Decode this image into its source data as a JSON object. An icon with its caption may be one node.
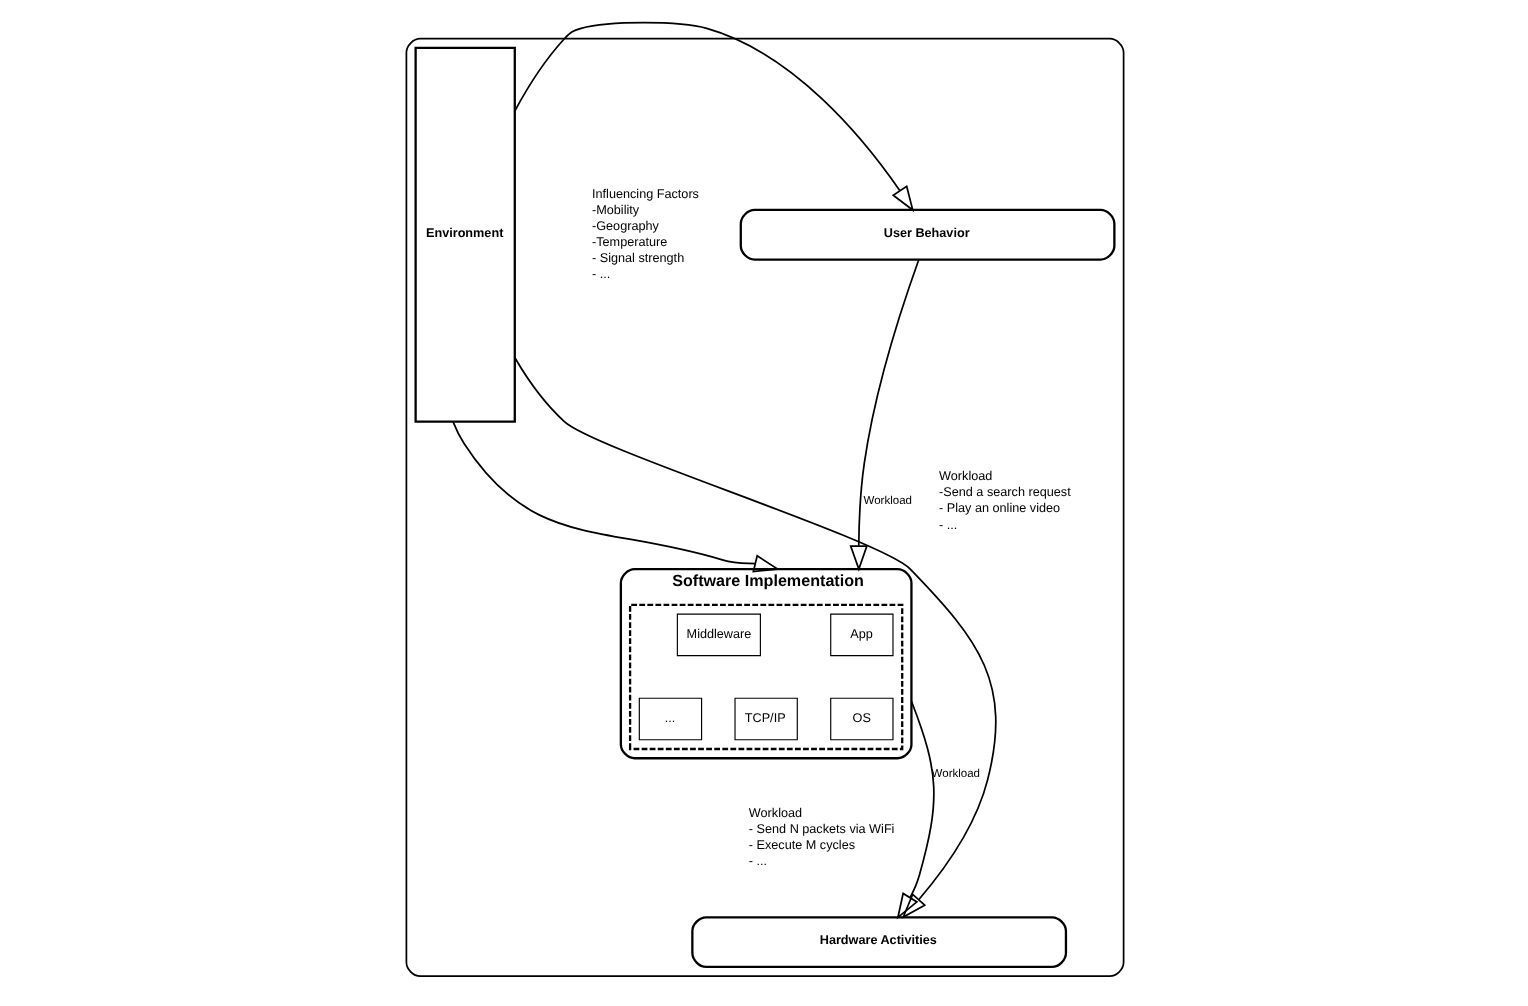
{
  "diagram": {
    "nodes": [
      {
        "text": [],
        "shape": "box"
      },
      {
        "text": [
          "User Behavior"
        ],
        "in": 0
      },
      {
        "text": [
          "Software Implementation"
        ],
        "in": 0
      },
      {
        "text": [],
        "shape": "box",
        "in": 2
      },
      {
        "text": [
          "App"
        ],
        "in": 3
      },
      {
        "text": [
          "Middleware"
        ],
        "in": 3
      },
      {
        "text": [
          "OS"
        ],
        "in": 3
      },
      {
        "text": [
          "TCP/IP"
        ],
        "in": 3
      },
      {
        "text": [
          "..."
        ],
        "in": 3
      },
      {
        "text": [
          "Hardware Activities"
        ],
        "in": 0
      },
      {
        "text": [
          "Environment"
        ],
        "in": 0
      }
    ],
    "edges": [
      {
        "from": 1,
        "to": 2,
        "arrow": "to",
        "label": "Workload"
      },
      {
        "from": 2,
        "to": 9,
        "arrow": "to",
        "label": "Workload"
      },
      {
        "from": 10,
        "to": 1,
        "arrow": "to"
      },
      {
        "from": 10,
        "to": 2,
        "arrow": "to"
      },
      {
        "from": 10,
        "to": 9,
        "arrow": "to"
      }
    ],
    "labels": [
      "Workload",
      "-Send a search request",
      "- Play an online video",
      "- ...",
      "Workload",
      "- Send N packets via WiFi",
      "- Execute M cycles",
      "- ...",
      "Influencing Factors",
      "-Mobility",
      "-Geography",
      "-Temperature",
      "- Signal strength",
      "- ..."
    ]
  }
}
